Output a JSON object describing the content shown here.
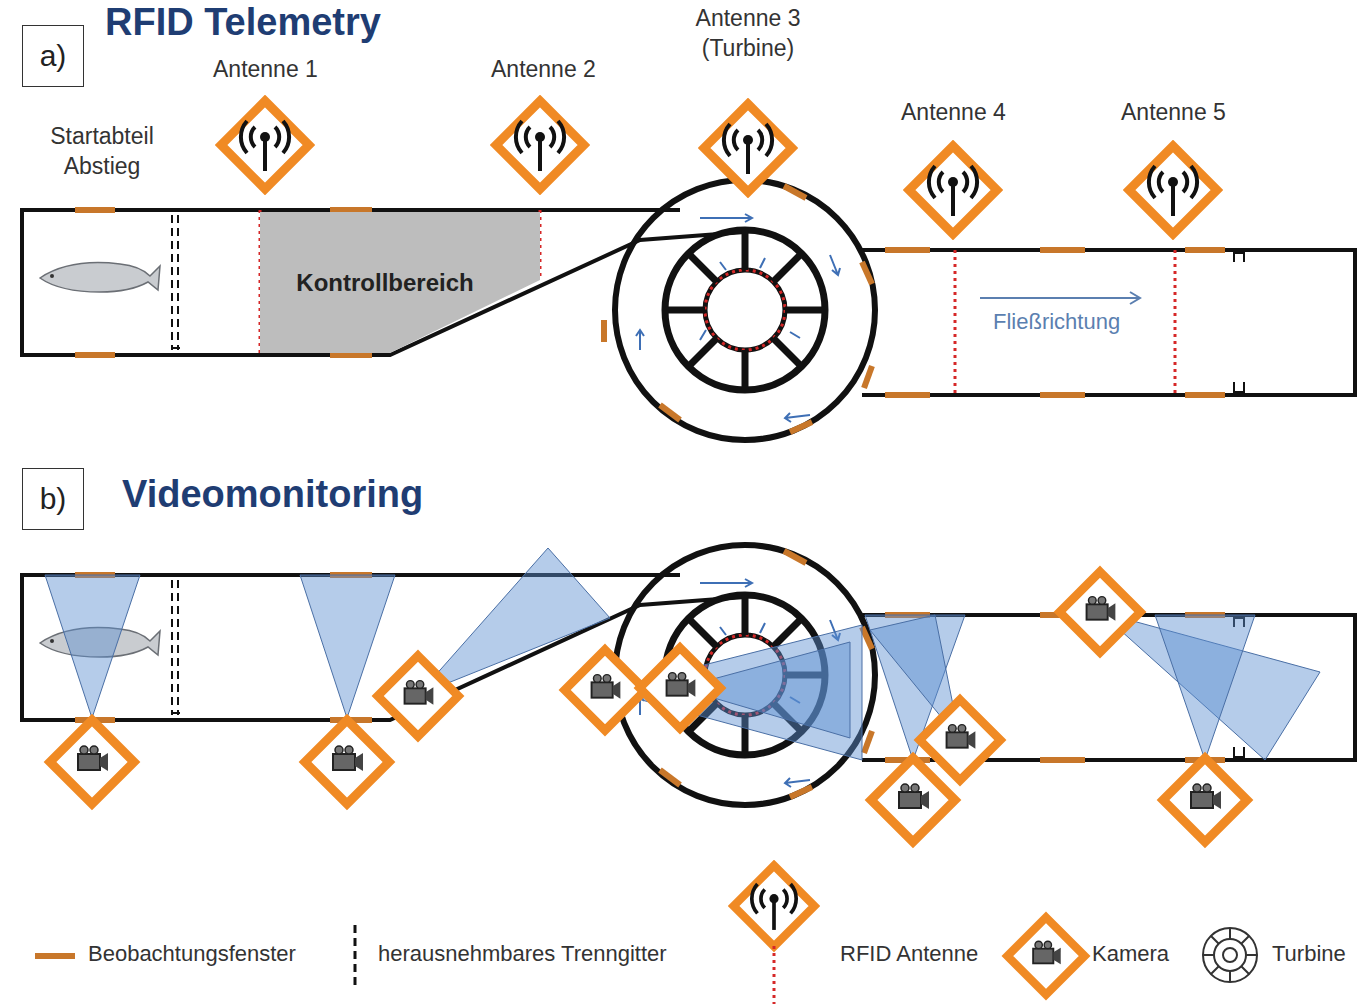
{
  "diagram": {
    "nodes": [
      {
        "text": [
          "a)"
        ]
      },
      {
        "text": [
          "Kontrollbereich"
        ]
      },
      {
        "text": [
          "b)"
        ]
      }
    ],
    "labels": [
      "RFID Telemetry",
      "Videomonitoring",
      "Startabteil Abstieg",
      "Antenne 1",
      "Antenne 2",
      "Antenne 3 (Turbine)",
      "Antenne 4",
      "Antenne 5",
      "Fließrichtung"
    ],
    "legend": [
      {
        "text": "Beobachtungsfenster"
      },
      {
        "text": "herausnehmbares Trenngitter"
      },
      {
        "text": "RFID Antenne"
      },
      {
        "text": "Kamera"
      },
      {
        "text": "Turbine"
      }
    ]
  }
}
